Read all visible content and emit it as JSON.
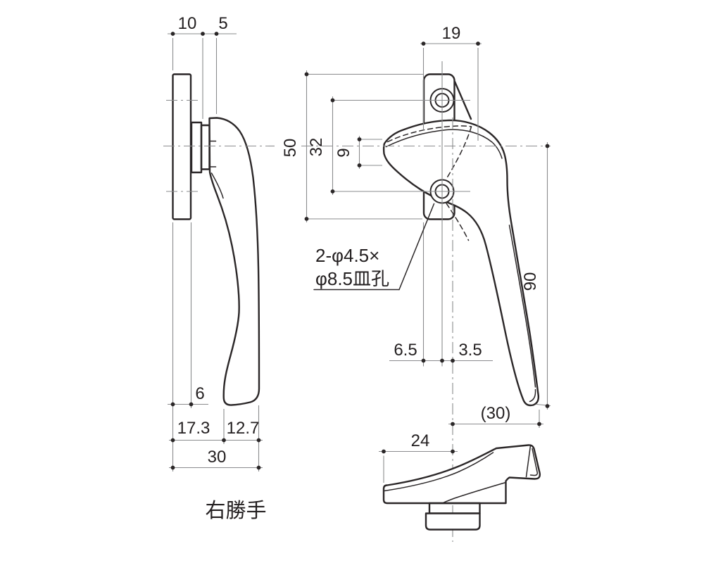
{
  "drawing": {
    "caption": "右勝手",
    "callout": {
      "line1": "2-φ4.5×",
      "line2": "φ8.5皿孔"
    },
    "front_view": {
      "tab_width": "19",
      "plate_height": "50",
      "hole_pitch": "32",
      "nose_height": "9",
      "offset_left": "6.5",
      "offset_right": "3.5",
      "handle_length": "90",
      "reach": "(30)"
    },
    "side_view": {
      "depth_a": "10",
      "depth_b": "5",
      "plate_thickness": "6",
      "split_left": "17.3",
      "split_right": "12.7",
      "total_depth": "30"
    },
    "bottom_view": {
      "grip_width": "24"
    }
  },
  "colors": {
    "background": "#ffffff",
    "outline": "#2b2728",
    "dimension_line": "#8a8b8d",
    "text": "#231f20"
  }
}
